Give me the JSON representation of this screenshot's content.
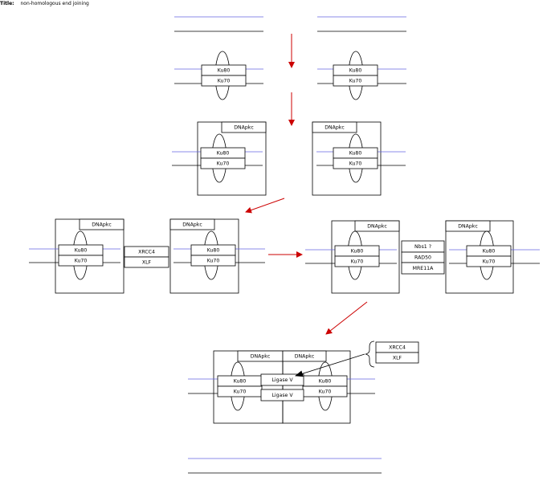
{
  "title": {
    "label": "Title:",
    "value": "non-homologous end joining"
  },
  "colors": {
    "strand_top": "#6464e0",
    "strand_bottom": "#000000",
    "arrow": "#cc0000",
    "box": "#000000"
  },
  "labels": {
    "ku80": "Ku80",
    "ku70": "Ku70",
    "dnapkc": "DNApkc",
    "xrcc4": "XRCC4",
    "xlf": "XLF",
    "nbs1": "Nbs1 ?",
    "rad50": "RAD50",
    "mre11a": "MRE11A",
    "ligase": "Ligase V"
  }
}
